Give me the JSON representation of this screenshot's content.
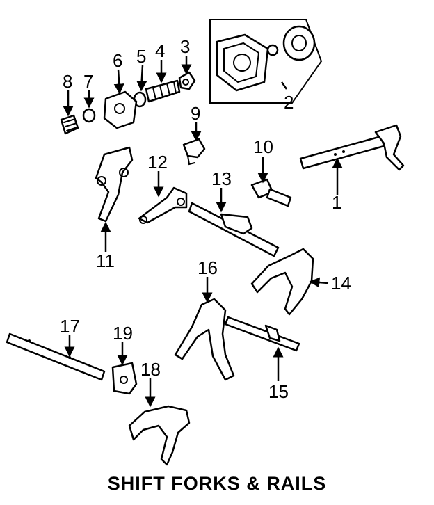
{
  "caption": "SHIFT FORKS & RAILS",
  "callouts": [
    "1",
    "2",
    "3",
    "4",
    "5",
    "6",
    "7",
    "8",
    "9",
    "10",
    "11",
    "12",
    "13",
    "14",
    "15",
    "16",
    "17",
    "18",
    "19"
  ],
  "colors": {
    "ink": "#000000",
    "background": "#ffffff"
  }
}
